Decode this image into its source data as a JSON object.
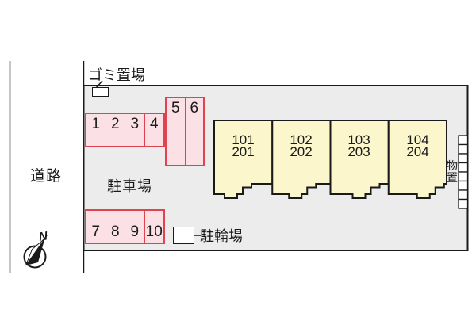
{
  "title": "apartment site plan",
  "road_label": "道路",
  "garbage_area_label": "ゴミ置場",
  "parking_lot_label": "駐車場",
  "bicycle_area_label": "駐輪場",
  "storage_label": "物置",
  "compass": {
    "north_label": "N"
  },
  "parking": {
    "row_top": [
      "1",
      "2",
      "3",
      "4"
    ],
    "row_side": [
      "5",
      "6"
    ],
    "row_bottom": [
      "7",
      "8",
      "9",
      "10"
    ]
  },
  "units": [
    {
      "line1": "101",
      "line2": "201"
    },
    {
      "line1": "102",
      "line2": "202"
    },
    {
      "line1": "103",
      "line2": "203"
    },
    {
      "line1": "104",
      "line2": "204"
    }
  ],
  "colors": {
    "site_background": "#ECECEC",
    "parking_fill": "#FBE0E6",
    "parking_border": "#E0434F",
    "building_fill": "#FBF6CB",
    "outline": "#1A1A1A",
    "page_background": "#FFFFFF"
  }
}
